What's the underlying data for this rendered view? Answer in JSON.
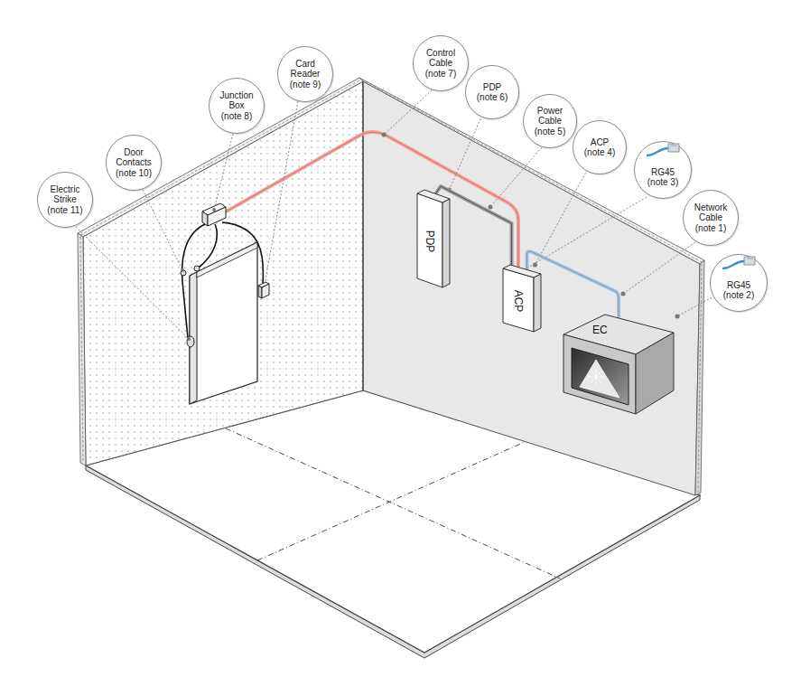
{
  "diagram": {
    "nodes": [
      {
        "text": [
          "Electric Strike",
          "(note 11)"
        ]
      },
      {
        "text": [
          "Door Contacts",
          "(note 10)"
        ]
      },
      {
        "text": [
          "Junction Box",
          "(note 8)"
        ]
      },
      {
        "text": [
          "Card Reader",
          "(note 9)"
        ]
      },
      {
        "text": [
          "Control Cable",
          "(note 7)"
        ]
      },
      {
        "text": [
          "PDP",
          "(note 6)"
        ]
      },
      {
        "text": [
          "Power Cable",
          "(note 5)"
        ]
      },
      {
        "text": [
          "ACP",
          "(note 4)"
        ]
      },
      {
        "text": [
          "RG45",
          "(note 3)"
        ]
      },
      {
        "text": [
          "Network Cable",
          "(note 1)"
        ]
      },
      {
        "text": [
          "RG45",
          "(note 2)"
        ]
      },
      {
        "text": [
          "PDP"
        ]
      },
      {
        "text": [
          "ACP"
        ]
      },
      {
        "text": [
          "EC"
        ]
      }
    ],
    "edges": [
      {
        "from": 5,
        "to": 11,
        "arrow": "none"
      },
      {
        "from": 7,
        "to": 12,
        "arrow": "none"
      },
      {
        "from": 10,
        "to": 13,
        "arrow": "none"
      },
      {
        "from": 11,
        "to": 12,
        "arrow": "none"
      },
      {
        "from": 12,
        "to": 13,
        "arrow": "none"
      }
    ]
  }
}
